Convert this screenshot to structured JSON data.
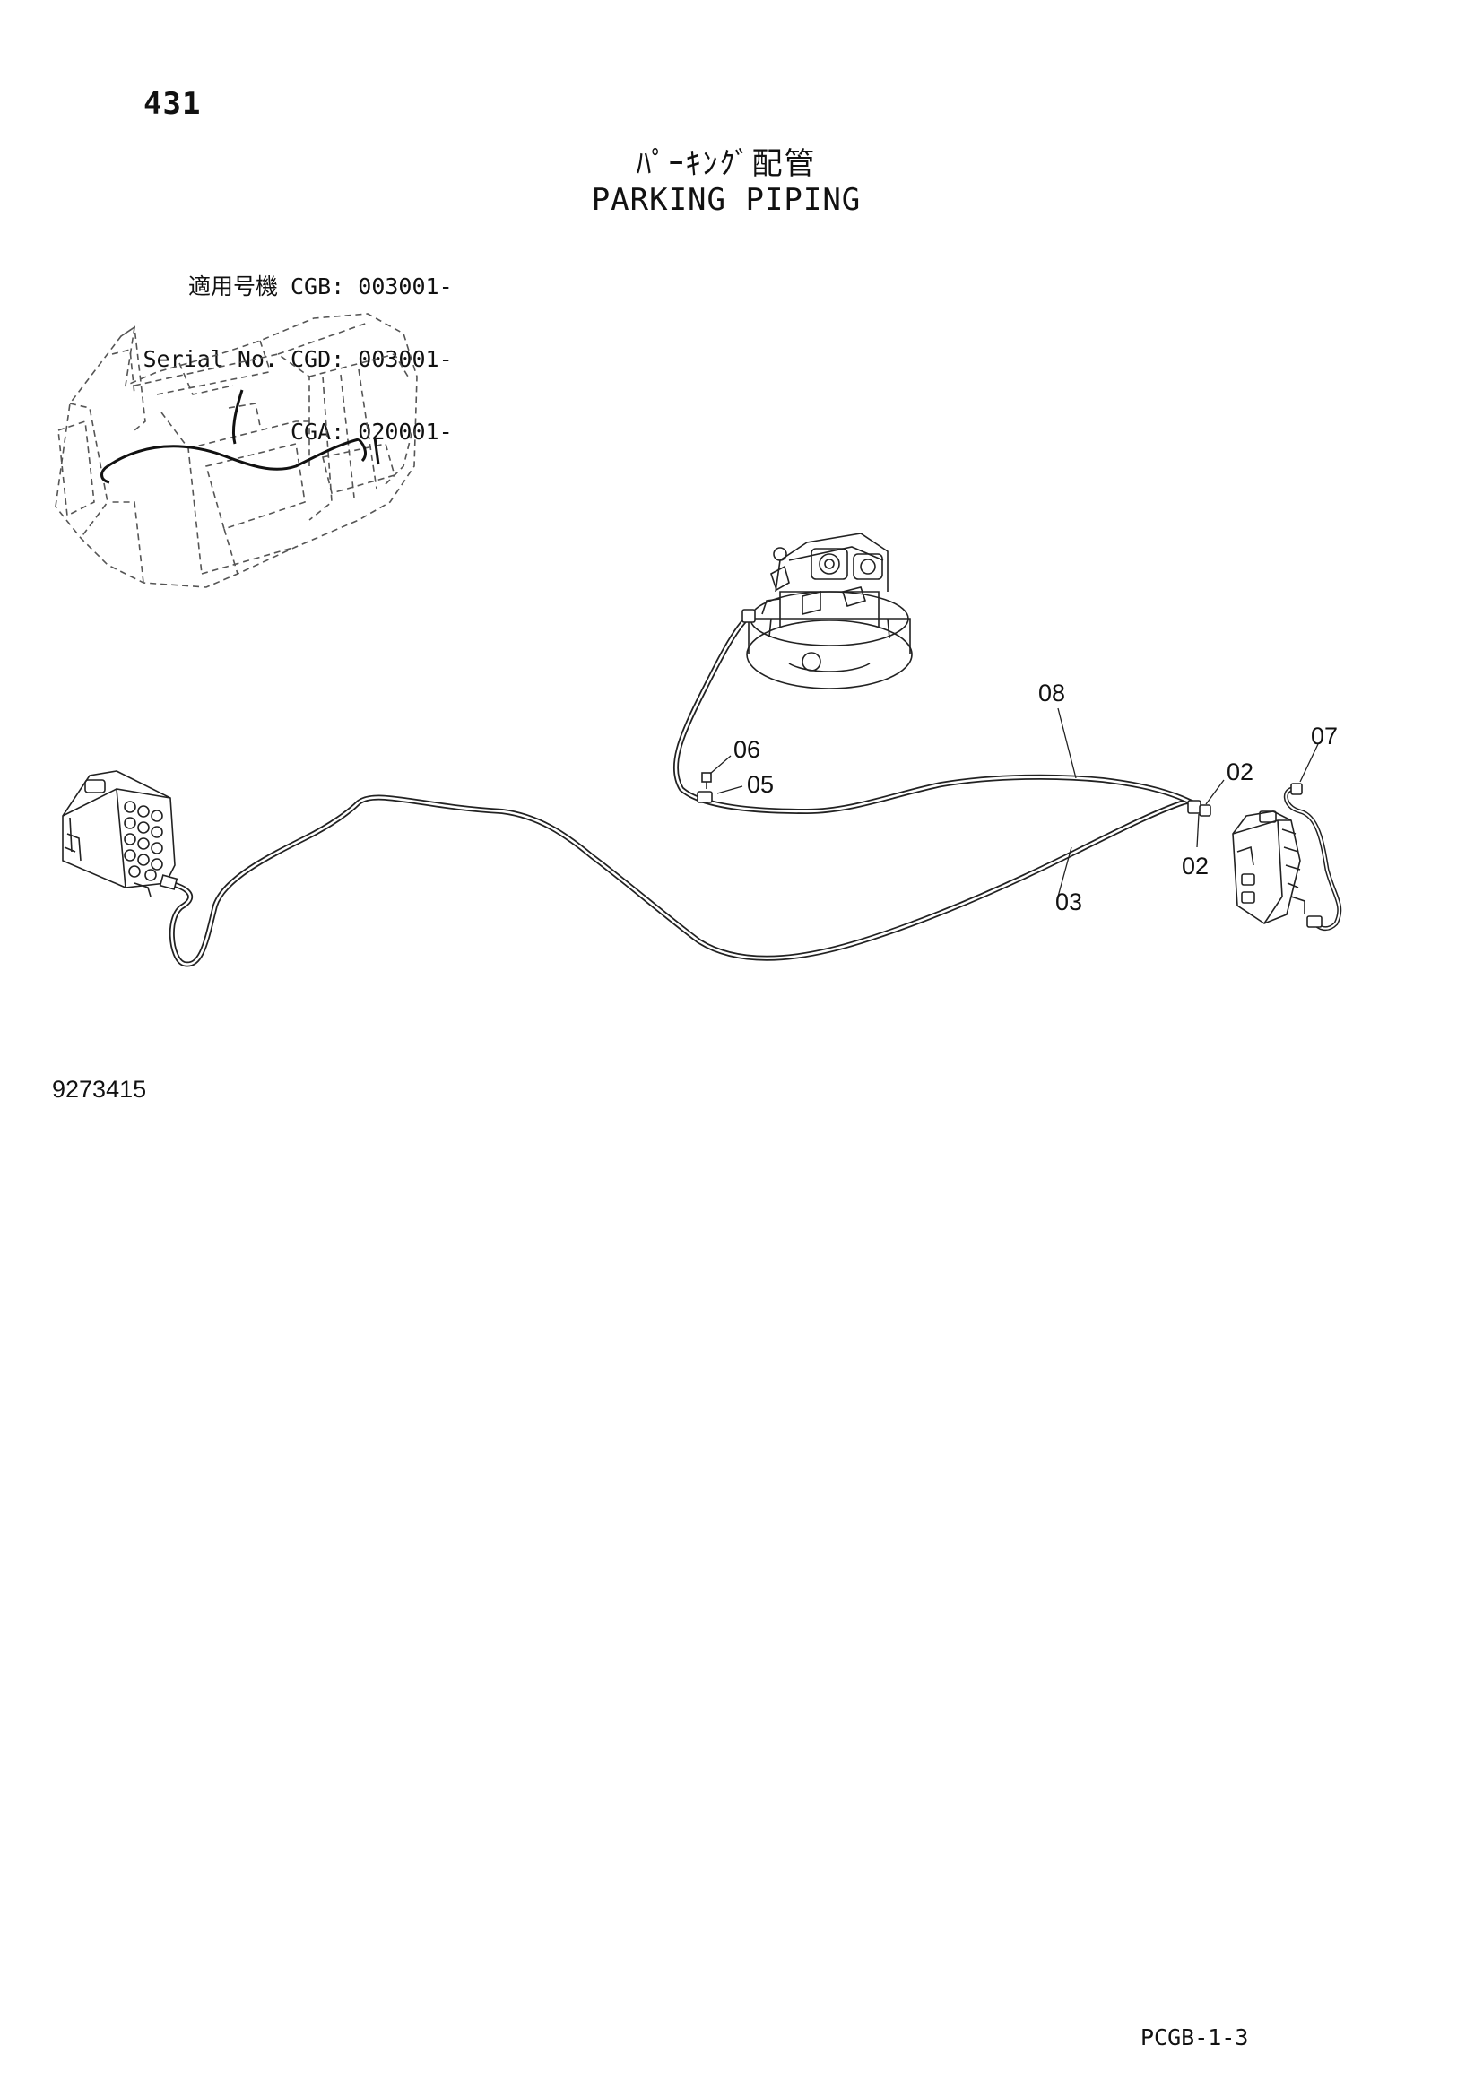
{
  "page_number": "431",
  "title_jp": "ﾊﾟｰｷﾝｸﾞ配管",
  "title_en": "PARKING PIPING",
  "serial_label_jp": "適用号機",
  "serial_label_en": "Serial No.",
  "serial_ranges": [
    {
      "model": "CGB:",
      "from": "003001-"
    },
    {
      "model": "CGD:",
      "from": "003001-"
    },
    {
      "model": "CGA:",
      "from": "020001-"
    }
  ],
  "callouts": {
    "c02a": "02",
    "c02b": "02",
    "c03": "03",
    "c05": "05",
    "c06": "06",
    "c07": "07",
    "c08": "08"
  },
  "drawing_number": "9273415",
  "sheet_code": "PCGB-1-3"
}
